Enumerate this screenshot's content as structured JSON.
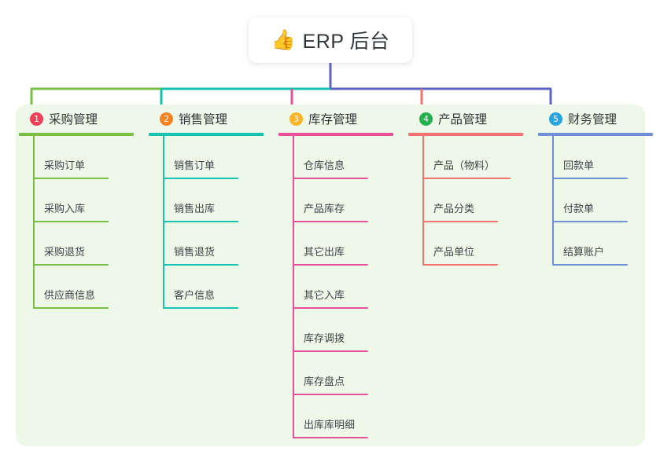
{
  "root": {
    "icon": "thumbs-up-icon",
    "emoji": "👍",
    "title": "ERP 后台"
  },
  "panel": {
    "background_color": "#eef8e8"
  },
  "connector_colors": {
    "purchase": "#7abf45",
    "sales": "#10c0ad",
    "inventory": "#e8519a",
    "product": "#f4736f",
    "finance": "#5a63c4",
    "trunk": "#5a63c4"
  },
  "branches": [
    {
      "number": "1",
      "badge_color": "#f1415a",
      "line_color": "#7abf45",
      "title": "采购管理",
      "items": [
        "采购订单",
        "采购入库",
        "采购退货",
        "供应商信息"
      ]
    },
    {
      "number": "2",
      "badge_color": "#f58221",
      "line_color": "#17c3b2",
      "title": "销售管理",
      "items": [
        "销售订单",
        "销售出库",
        "销售退货",
        "客户信息"
      ]
    },
    {
      "number": "3",
      "badge_color": "#fab425",
      "line_color": "#e8519a",
      "title": "库存管理",
      "items": [
        "仓库信息",
        "产品库存",
        "其它出库",
        "其它入库",
        "库存调拨",
        "库存盘点",
        "出库库明细"
      ]
    },
    {
      "number": "4",
      "badge_color": "#22b14c",
      "line_color": "#f4736f",
      "title": "产品管理",
      "items": [
        "产品（物料）",
        "产品分类",
        "产品单位"
      ]
    },
    {
      "number": "5",
      "badge_color": "#28a5e0",
      "line_color": "#6f8fd6",
      "title": "财务管理",
      "items": [
        "回款单",
        "付款单",
        "结算账户"
      ]
    }
  ]
}
